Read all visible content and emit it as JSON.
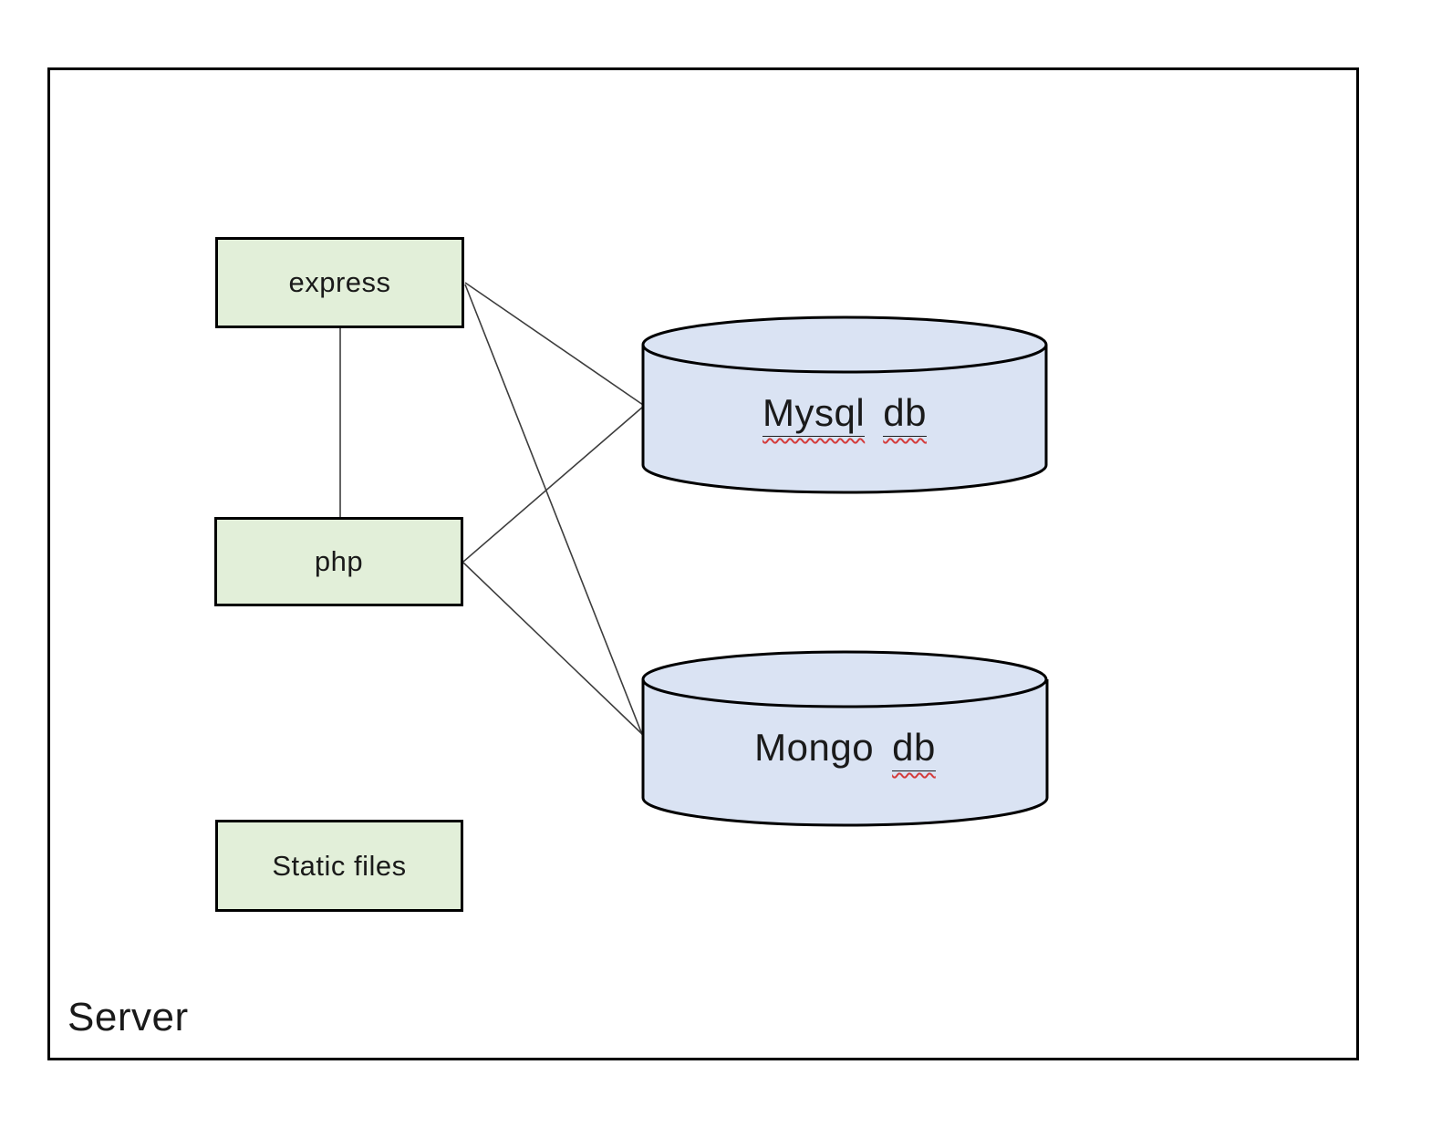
{
  "diagram": {
    "type": "architecture-diagram",
    "container": {
      "label": "Server"
    },
    "boxes": [
      {
        "id": "express",
        "label": "express"
      },
      {
        "id": "php",
        "label": "php"
      },
      {
        "id": "static-files",
        "label": "Static files"
      }
    ],
    "databases": {
      "mysql": {
        "words": [
          {
            "text": "Mysql",
            "misspelled": true
          },
          {
            "text": "db",
            "misspelled": true
          }
        ]
      },
      "mongo": {
        "words": [
          {
            "text": "Mongo",
            "misspelled": false
          },
          {
            "text": "db",
            "misspelled": true
          }
        ]
      }
    },
    "edges": [
      {
        "from": "express",
        "to": "php"
      },
      {
        "from": "express",
        "to": "mysql-db"
      },
      {
        "from": "express",
        "to": "mongo-db"
      },
      {
        "from": "php",
        "to": "mysql-db"
      },
      {
        "from": "php",
        "to": "mongo-db"
      }
    ],
    "colors": {
      "box_fill": "#e2efd9",
      "cylinder_fill": "#dae3f3",
      "outline": "#000000",
      "connector": "#3d3d3d",
      "squiggle": "#d43c3c",
      "text": "#1a1a1a",
      "background": "#ffffff"
    }
  }
}
